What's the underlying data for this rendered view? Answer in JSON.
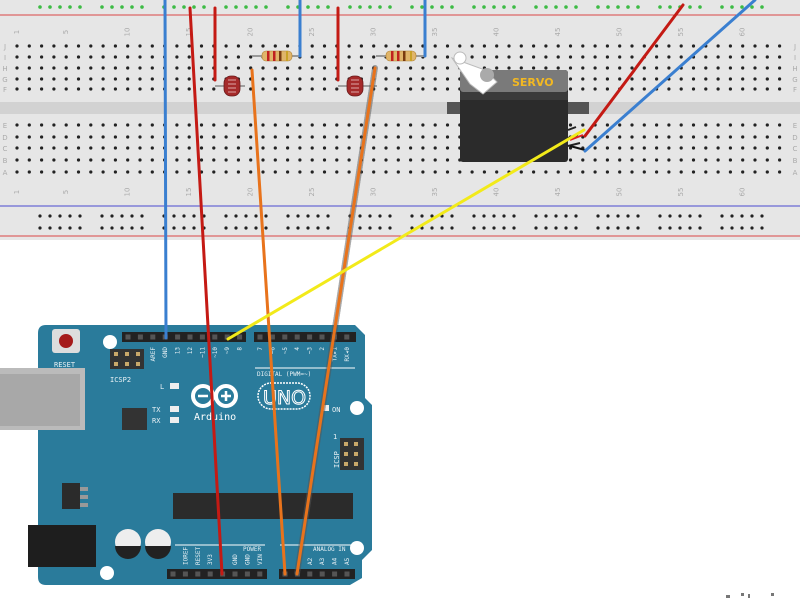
{
  "breadboard": {
    "column_numbers": [
      "1",
      "5",
      "10",
      "15",
      "20",
      "25",
      "30",
      "35",
      "40",
      "45",
      "50",
      "55",
      "60"
    ],
    "rows_top": [
      "J",
      "I",
      "H",
      "G",
      "F"
    ],
    "rows_bottom": [
      "E",
      "D",
      "C",
      "B",
      "A"
    ]
  },
  "servo": {
    "label": "SERVO"
  },
  "arduino": {
    "reset_label": "RESET",
    "icsp2_label": "ICSP2",
    "icsp_label": "ICSP",
    "icsp_pin1": "1",
    "led_l": "L",
    "led_tx": "TX",
    "led_rx": "RX",
    "on_label": "ON",
    "logo_text": "Arduino",
    "model": "UNO",
    "digital_label": "DIGITAL (PWM=~)",
    "power_label": "POWER",
    "analog_label": "ANALOG IN",
    "digital_pins_a": [
      "",
      "AREF",
      "GND",
      "13",
      "12",
      "~11",
      "~10",
      "~9",
      "8"
    ],
    "digital_pins_b": [
      "7",
      "~6",
      "~5",
      "4",
      "~3",
      "2",
      "TX▸1",
      "RX◂0"
    ],
    "power_pins": [
      "",
      "IOREF",
      "RESET",
      "3V3",
      "",
      "GND",
      "GND",
      "VIN"
    ],
    "analog_pins": [
      "",
      "",
      "A2",
      "A3",
      "A4",
      "A5"
    ]
  },
  "colors": {
    "board": "#2a7b9b",
    "wire_red": "#c41a14",
    "wire_blue": "#3a7fd0",
    "wire_orange": "#e8731c",
    "wire_yellow": "#f2ea1a",
    "breadboard": "#e6e6e6"
  }
}
